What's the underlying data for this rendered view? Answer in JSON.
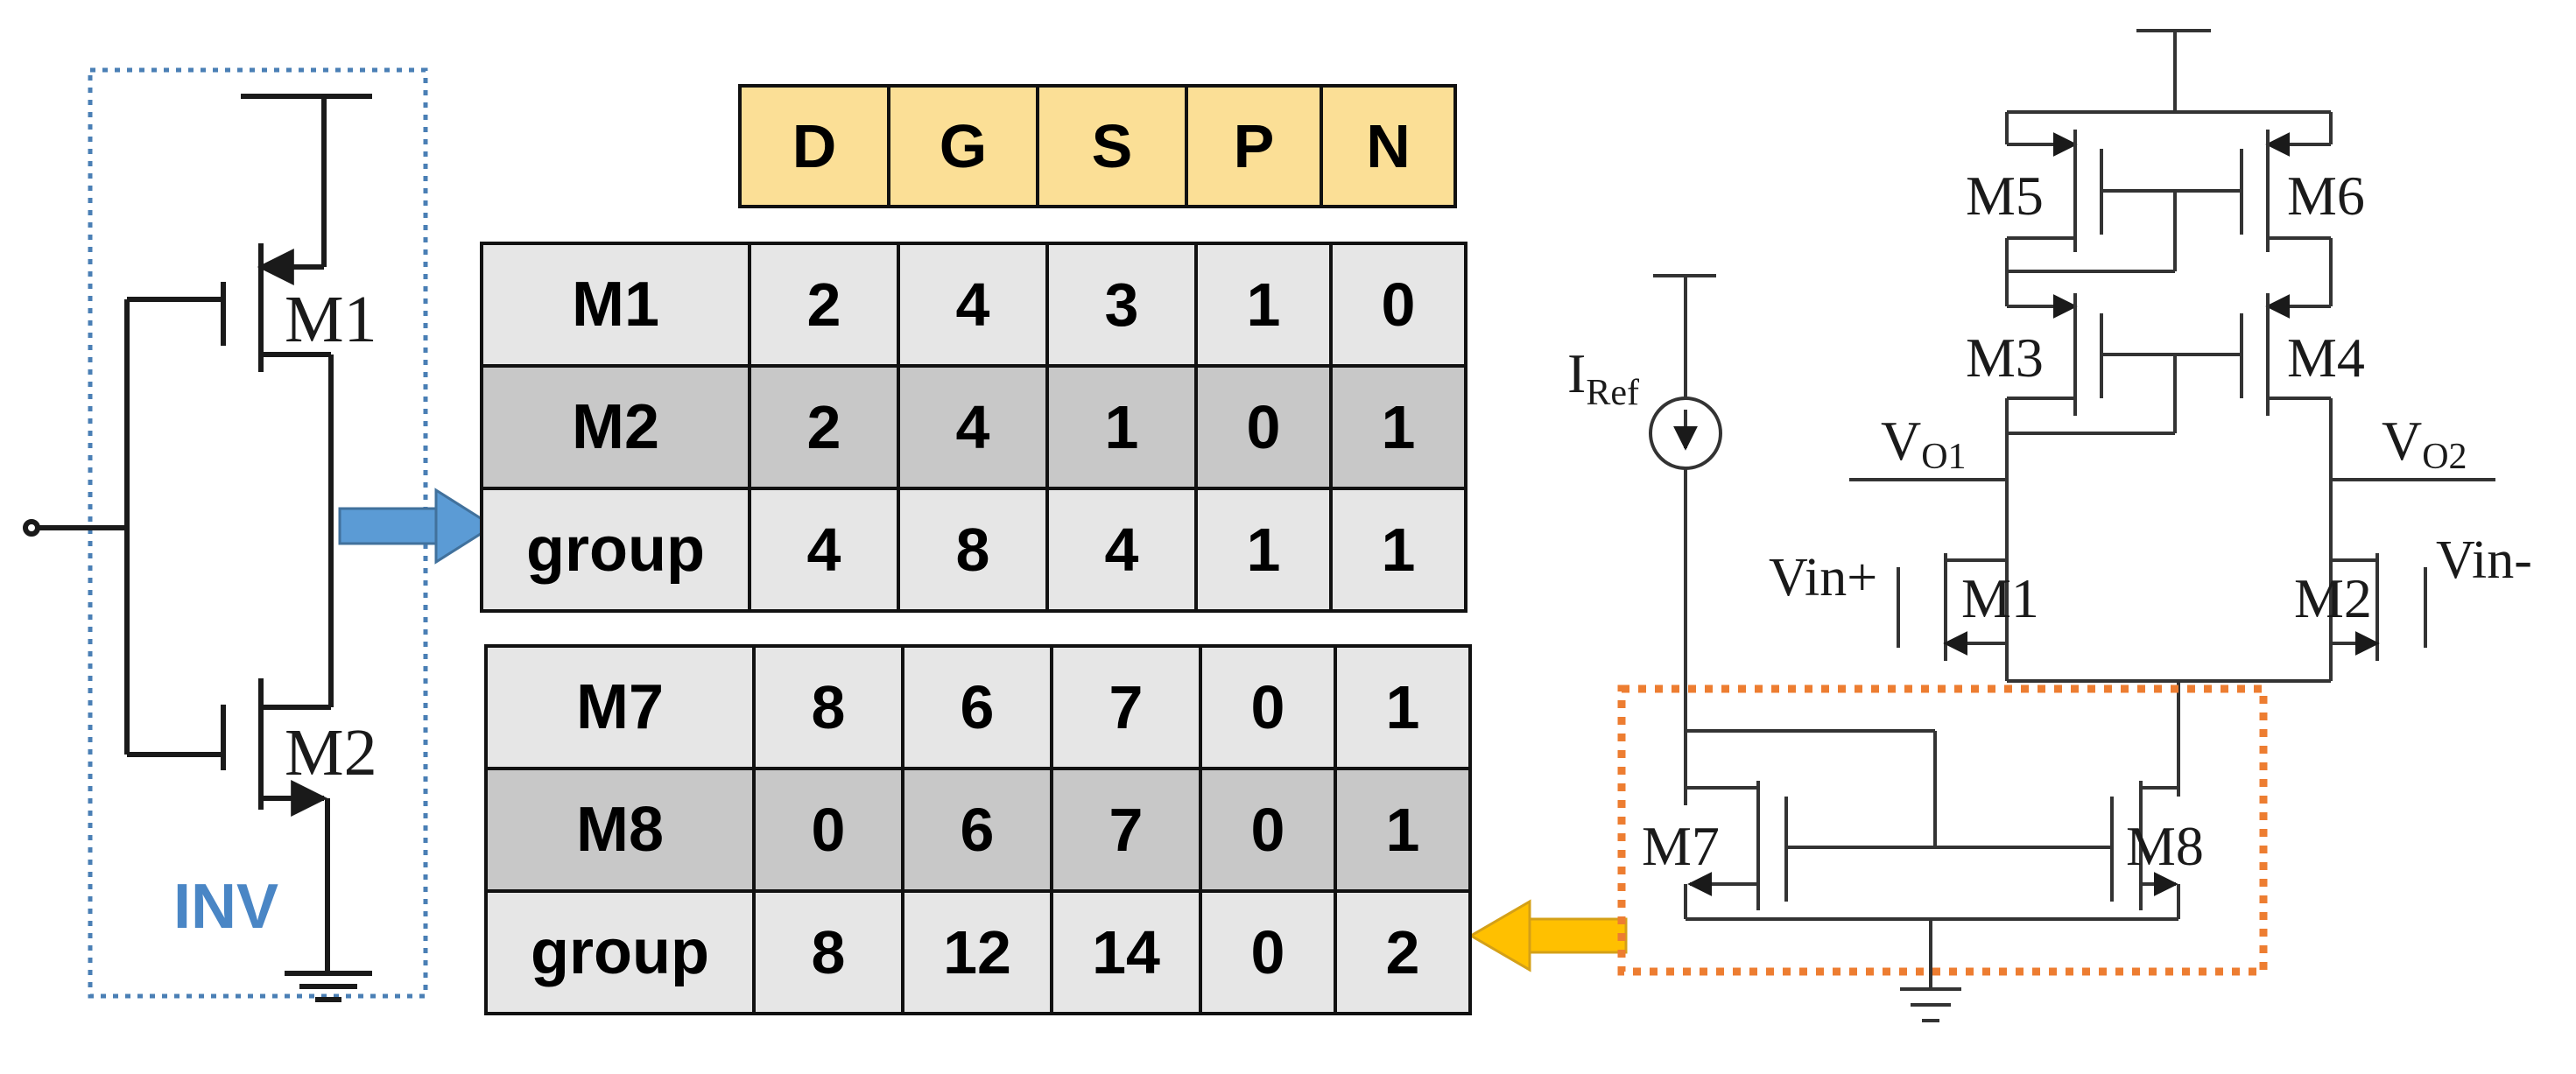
{
  "inverter": {
    "label": "INV",
    "transistors": [
      "M1",
      "M2"
    ],
    "colors": {
      "box": "#4a7fb5",
      "label": "#4a86c5",
      "arrow": "#5b9bd5"
    }
  },
  "table_header": [
    "D",
    "G",
    "S",
    "P",
    "N"
  ],
  "inv_table": {
    "rows": [
      {
        "name": "M1",
        "values": [
          "2",
          "4",
          "3",
          "1",
          "0"
        ]
      },
      {
        "name": "M2",
        "values": [
          "2",
          "4",
          "1",
          "0",
          "1"
        ]
      },
      {
        "name": "group",
        "values": [
          "4",
          "8",
          "4",
          "1",
          "1"
        ]
      }
    ]
  },
  "mirror_table": {
    "rows": [
      {
        "name": "M7",
        "values": [
          "8",
          "6",
          "7",
          "0",
          "1"
        ]
      },
      {
        "name": "M8",
        "values": [
          "0",
          "6",
          "7",
          "0",
          "1"
        ]
      },
      {
        "name": "group",
        "values": [
          "8",
          "12",
          "14",
          "0",
          "2"
        ]
      }
    ]
  },
  "opamp": {
    "transistors": [
      "M1",
      "M2",
      "M3",
      "M4",
      "M5",
      "M6",
      "M7",
      "M8"
    ],
    "iref_main": "I",
    "iref_sub": "Ref",
    "vo1_main": "V",
    "vo1_sub": "O1",
    "vo2_main": "V",
    "vo2_sub": "O2",
    "vin_plus": "Vin+",
    "vin_minus": "Vin-",
    "colors": {
      "box": "#ed7d31",
      "arrow": "#ffc000"
    }
  },
  "colors": {
    "header_fill": "#fbdf96",
    "row_light": "#e6e6e6",
    "row_dark": "#c8c8c8"
  }
}
